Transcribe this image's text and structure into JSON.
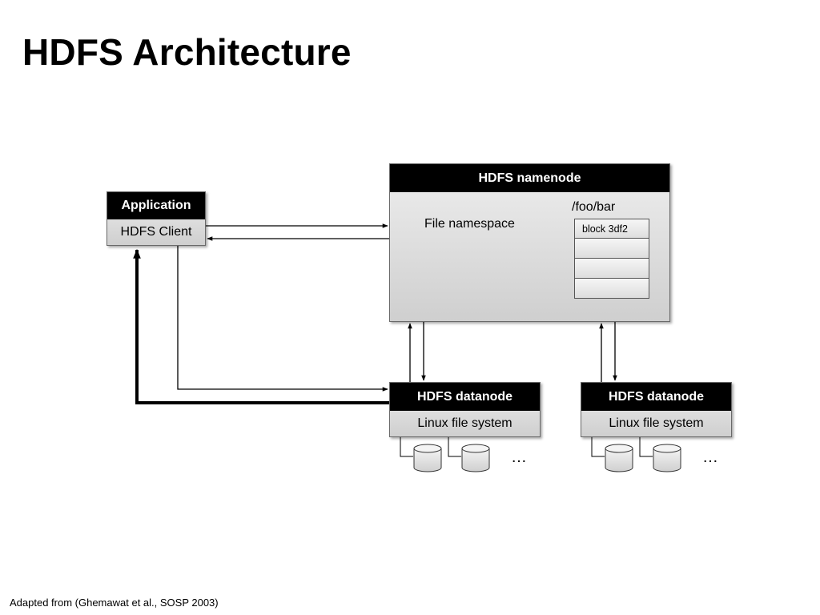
{
  "slide": {
    "title": "HDFS Architecture",
    "credit": "Adapted from (Ghemawat et al., SOSP 2003)"
  },
  "application": {
    "header": "Application",
    "client": "HDFS Client"
  },
  "namenode": {
    "header": "HDFS namenode",
    "namespace_label": "File namespace",
    "path_label": "/foo/bar",
    "blocks": [
      "block 3df2",
      "",
      "",
      ""
    ]
  },
  "datanodes": [
    {
      "header": "HDFS datanode",
      "fs": "Linux file system",
      "ellipsis": "…"
    },
    {
      "header": "HDFS datanode",
      "fs": "Linux file system",
      "ellipsis": "…"
    }
  ],
  "colors": {
    "header_bg": "#000000",
    "header_text": "#ffffff",
    "box_gradient_top": "#eeeeee",
    "box_gradient_bottom": "#cfcfcf",
    "line": "#000000"
  }
}
